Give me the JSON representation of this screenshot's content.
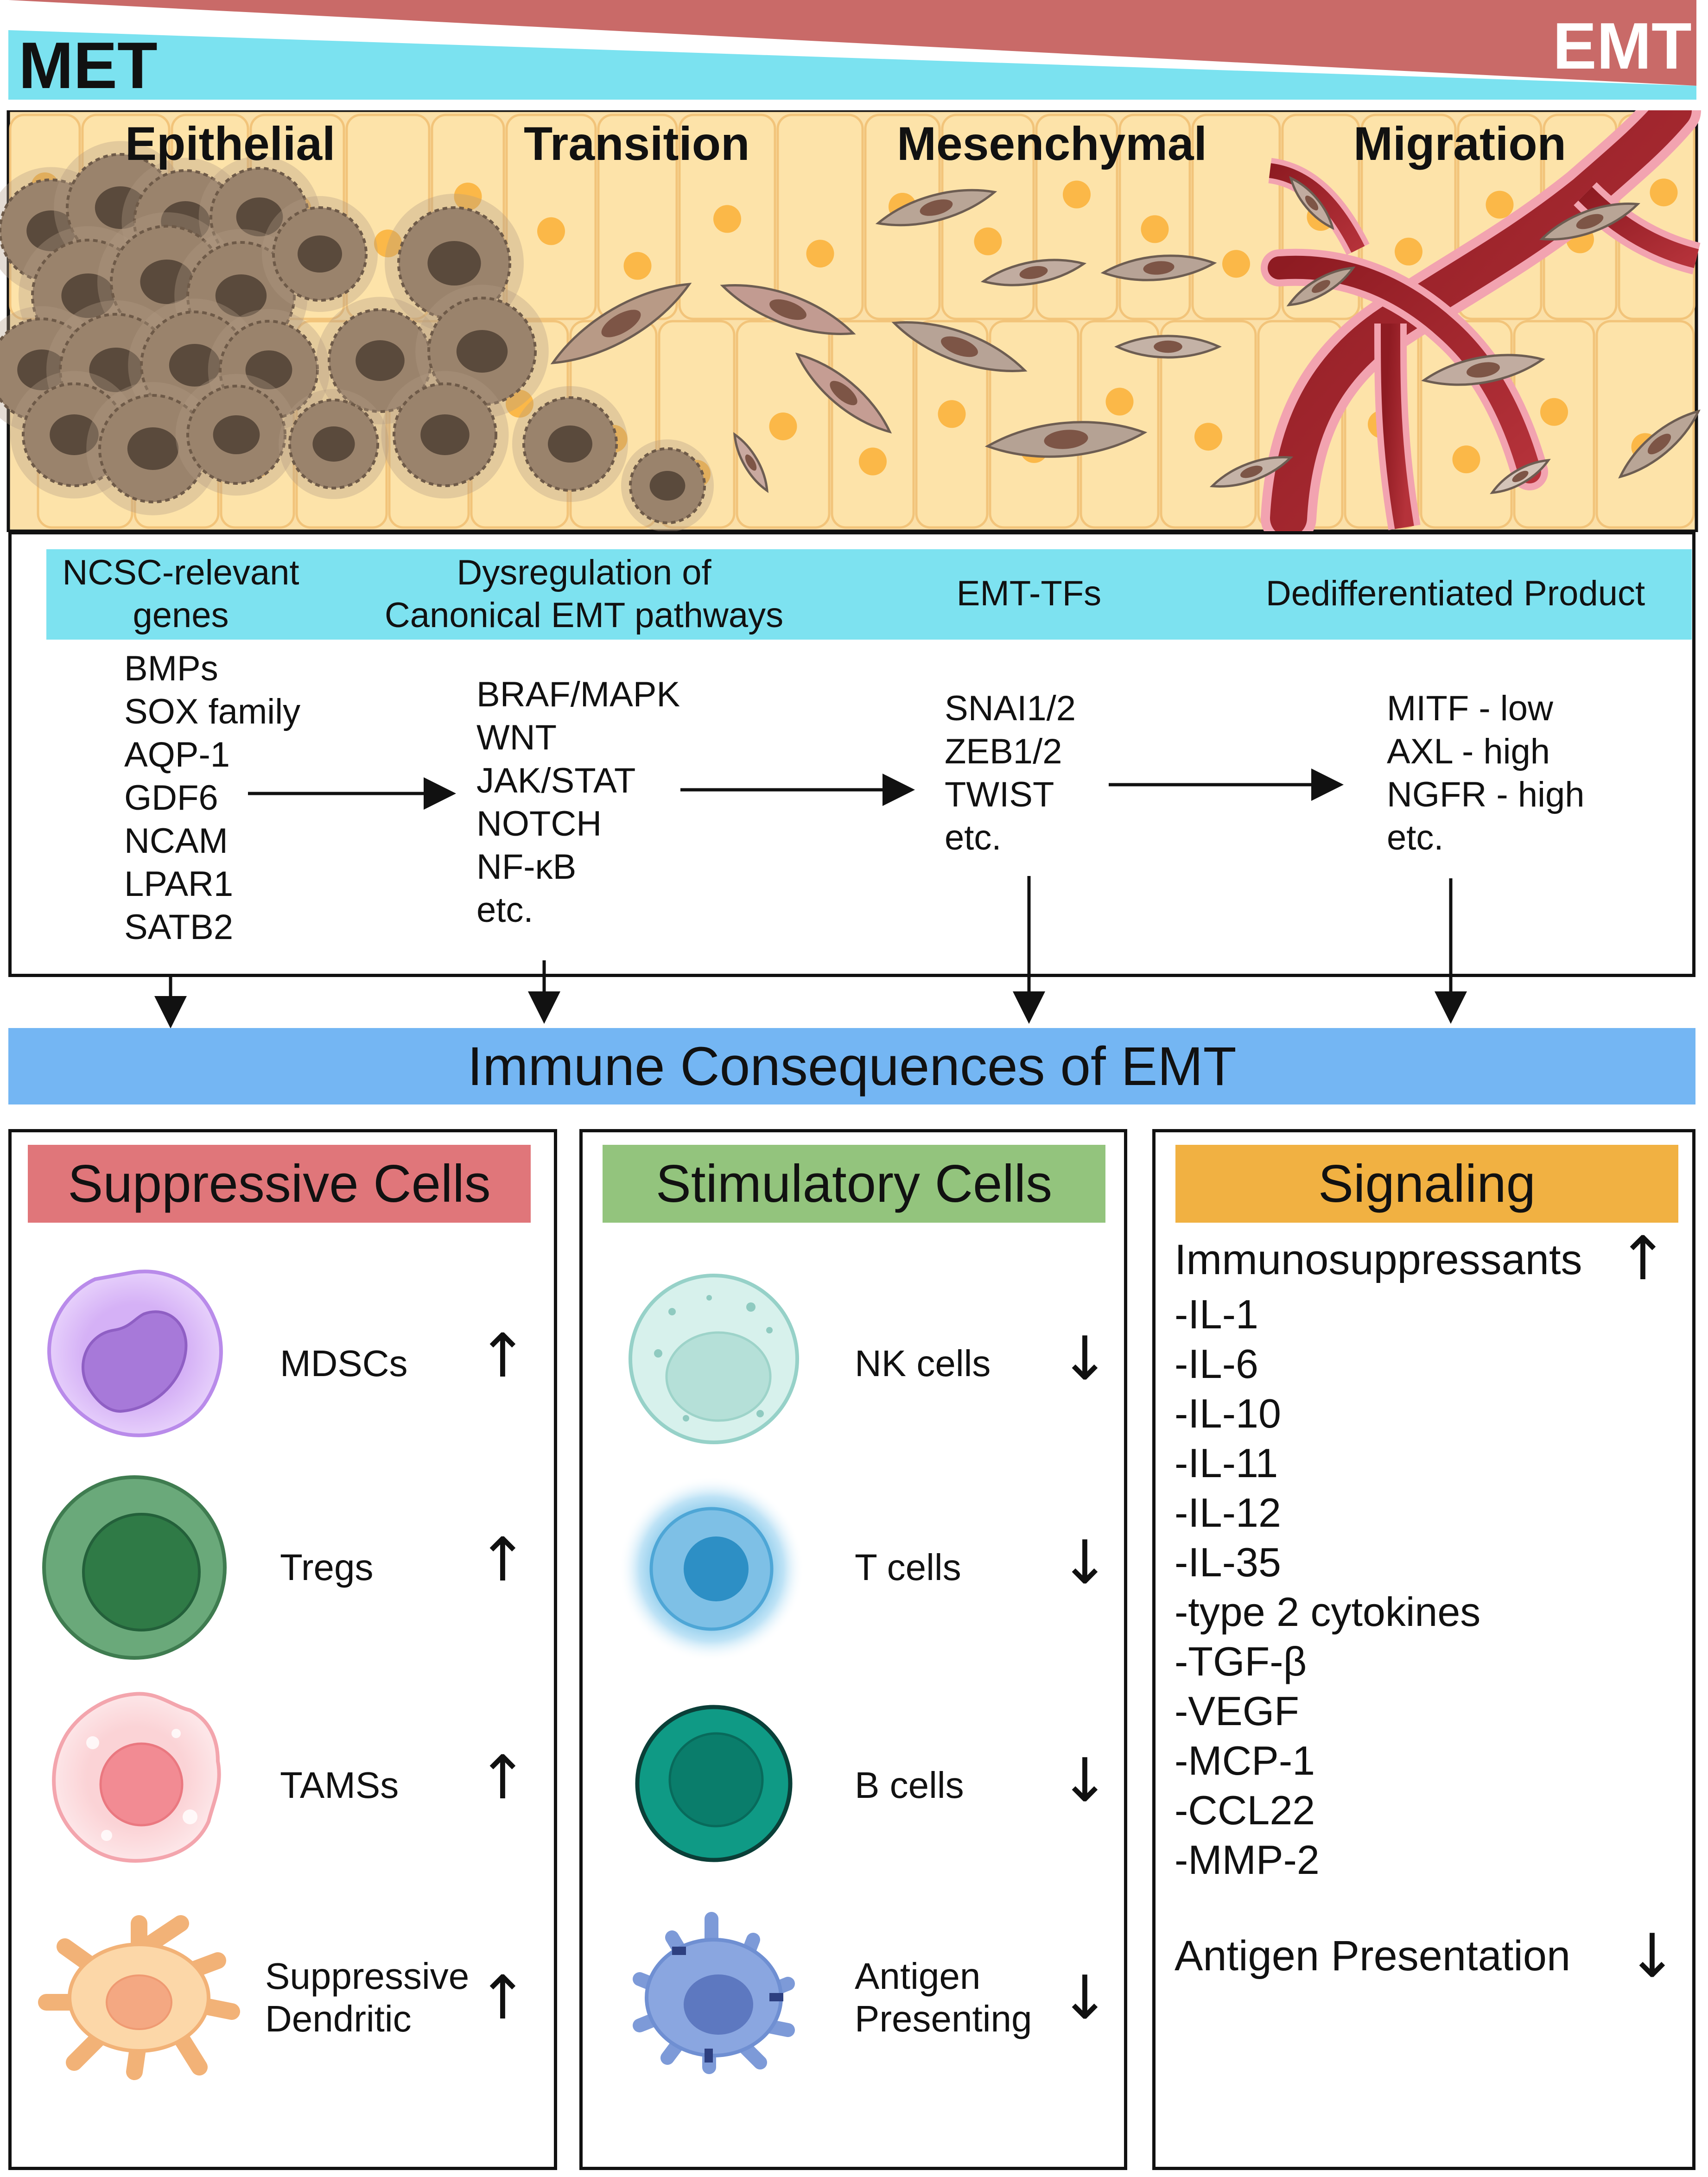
{
  "gradient": {
    "left_label": "MET",
    "right_label": "EMT"
  },
  "stages": [
    "Epithelial",
    "Transition",
    "Mesenchymal",
    "Migration"
  ],
  "pathway": {
    "headers": [
      "NCSC-relevant\ngenes",
      "Dysregulation of\nCanonical EMT pathways",
      "EMT-TFs",
      "Dedifferentiated Product"
    ],
    "lists": [
      [
        "BMPs",
        "SOX family",
        "AQP-1",
        "GDF6",
        "NCAM",
        "LPAR1",
        "SATB2"
      ],
      [
        "BRAF/MAPK",
        "WNT",
        "JAK/STAT",
        "NOTCH",
        "NF-κB",
        "etc."
      ],
      [
        "SNAI1/2",
        "ZEB1/2",
        "TWIST",
        "etc."
      ],
      [
        "MITF - low",
        "AXL - high",
        "NGFR - high",
        "etc."
      ]
    ]
  },
  "immune_title": "Immune Consequences of EMT",
  "panels": {
    "suppressive": {
      "title": "Suppressive Cells",
      "color": "#e0767a",
      "cells": [
        {
          "label": "MDSCs",
          "trend": "↑"
        },
        {
          "label": "Tregs",
          "trend": "↑"
        },
        {
          "label": "TAMSs",
          "trend": "↑"
        },
        {
          "label": "Suppressive\nDendritic",
          "trend": "↑"
        }
      ]
    },
    "stimulatory": {
      "title": "Stimulatory Cells",
      "color": "#93c47d",
      "cells": [
        {
          "label": "NK cells",
          "trend": "↓"
        },
        {
          "label": "T cells",
          "trend": "↓"
        },
        {
          "label": "B cells",
          "trend": "↓"
        },
        {
          "label": "Antigen\nPresenting",
          "trend": "↓"
        }
      ]
    },
    "signaling": {
      "title": "Signaling",
      "color": "#f1b142",
      "immunosuppressants_label": "Immunosuppressants",
      "immunosuppressants_trend": "↑",
      "items": [
        "-IL-1",
        "-IL-6",
        "-IL-10",
        "-IL-11",
        "-IL-12",
        "-IL-35",
        "-type 2 cytokines",
        "-TGF-β",
        "-VEGF",
        "-MCP-1",
        "-CCL22",
        "-MMP-2"
      ],
      "antigen_label": "Antigen Presentation",
      "antigen_trend": "↓"
    }
  }
}
